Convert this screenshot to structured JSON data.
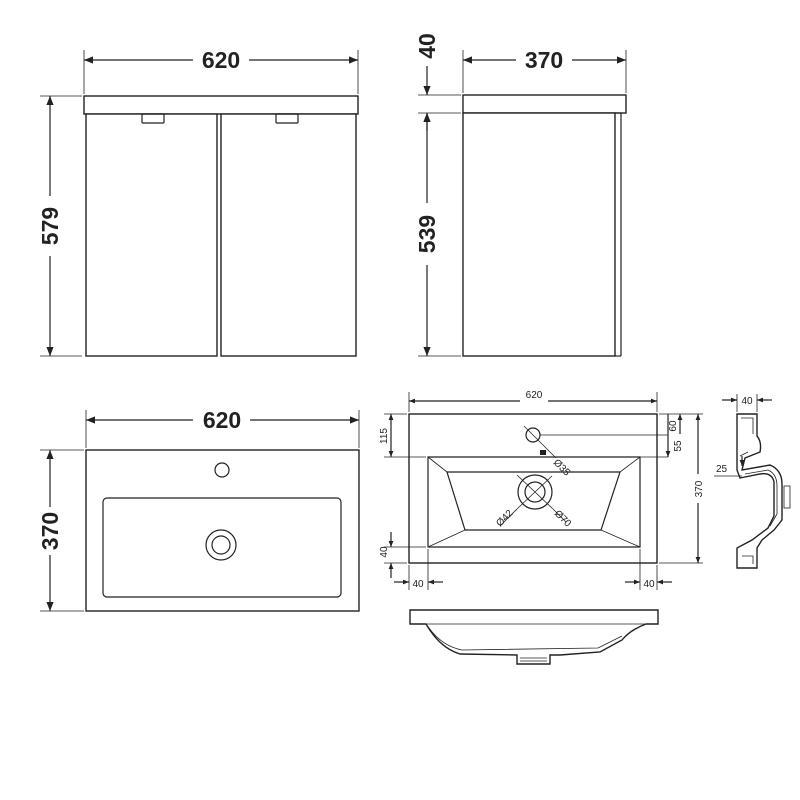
{
  "views": {
    "front": {
      "width": "620",
      "height": "579"
    },
    "side": {
      "top_thickness": "40",
      "depth": "370",
      "cabinet_height": "539"
    },
    "basin_plan": {
      "width": "620",
      "depth": "370"
    },
    "basin_detail": {
      "width": "620",
      "tap_hole_offset": "115",
      "edge_60": "60",
      "edge_55": "55",
      "depth": "370",
      "front_edge": "40",
      "left_edge": "40",
      "right_edge": "40",
      "tap_hole_dia": "Ø35",
      "waste_dia": "Ø42",
      "waste_outer_dia": "Ø70"
    },
    "section": {
      "rim_width": "40",
      "wall": "25"
    }
  }
}
